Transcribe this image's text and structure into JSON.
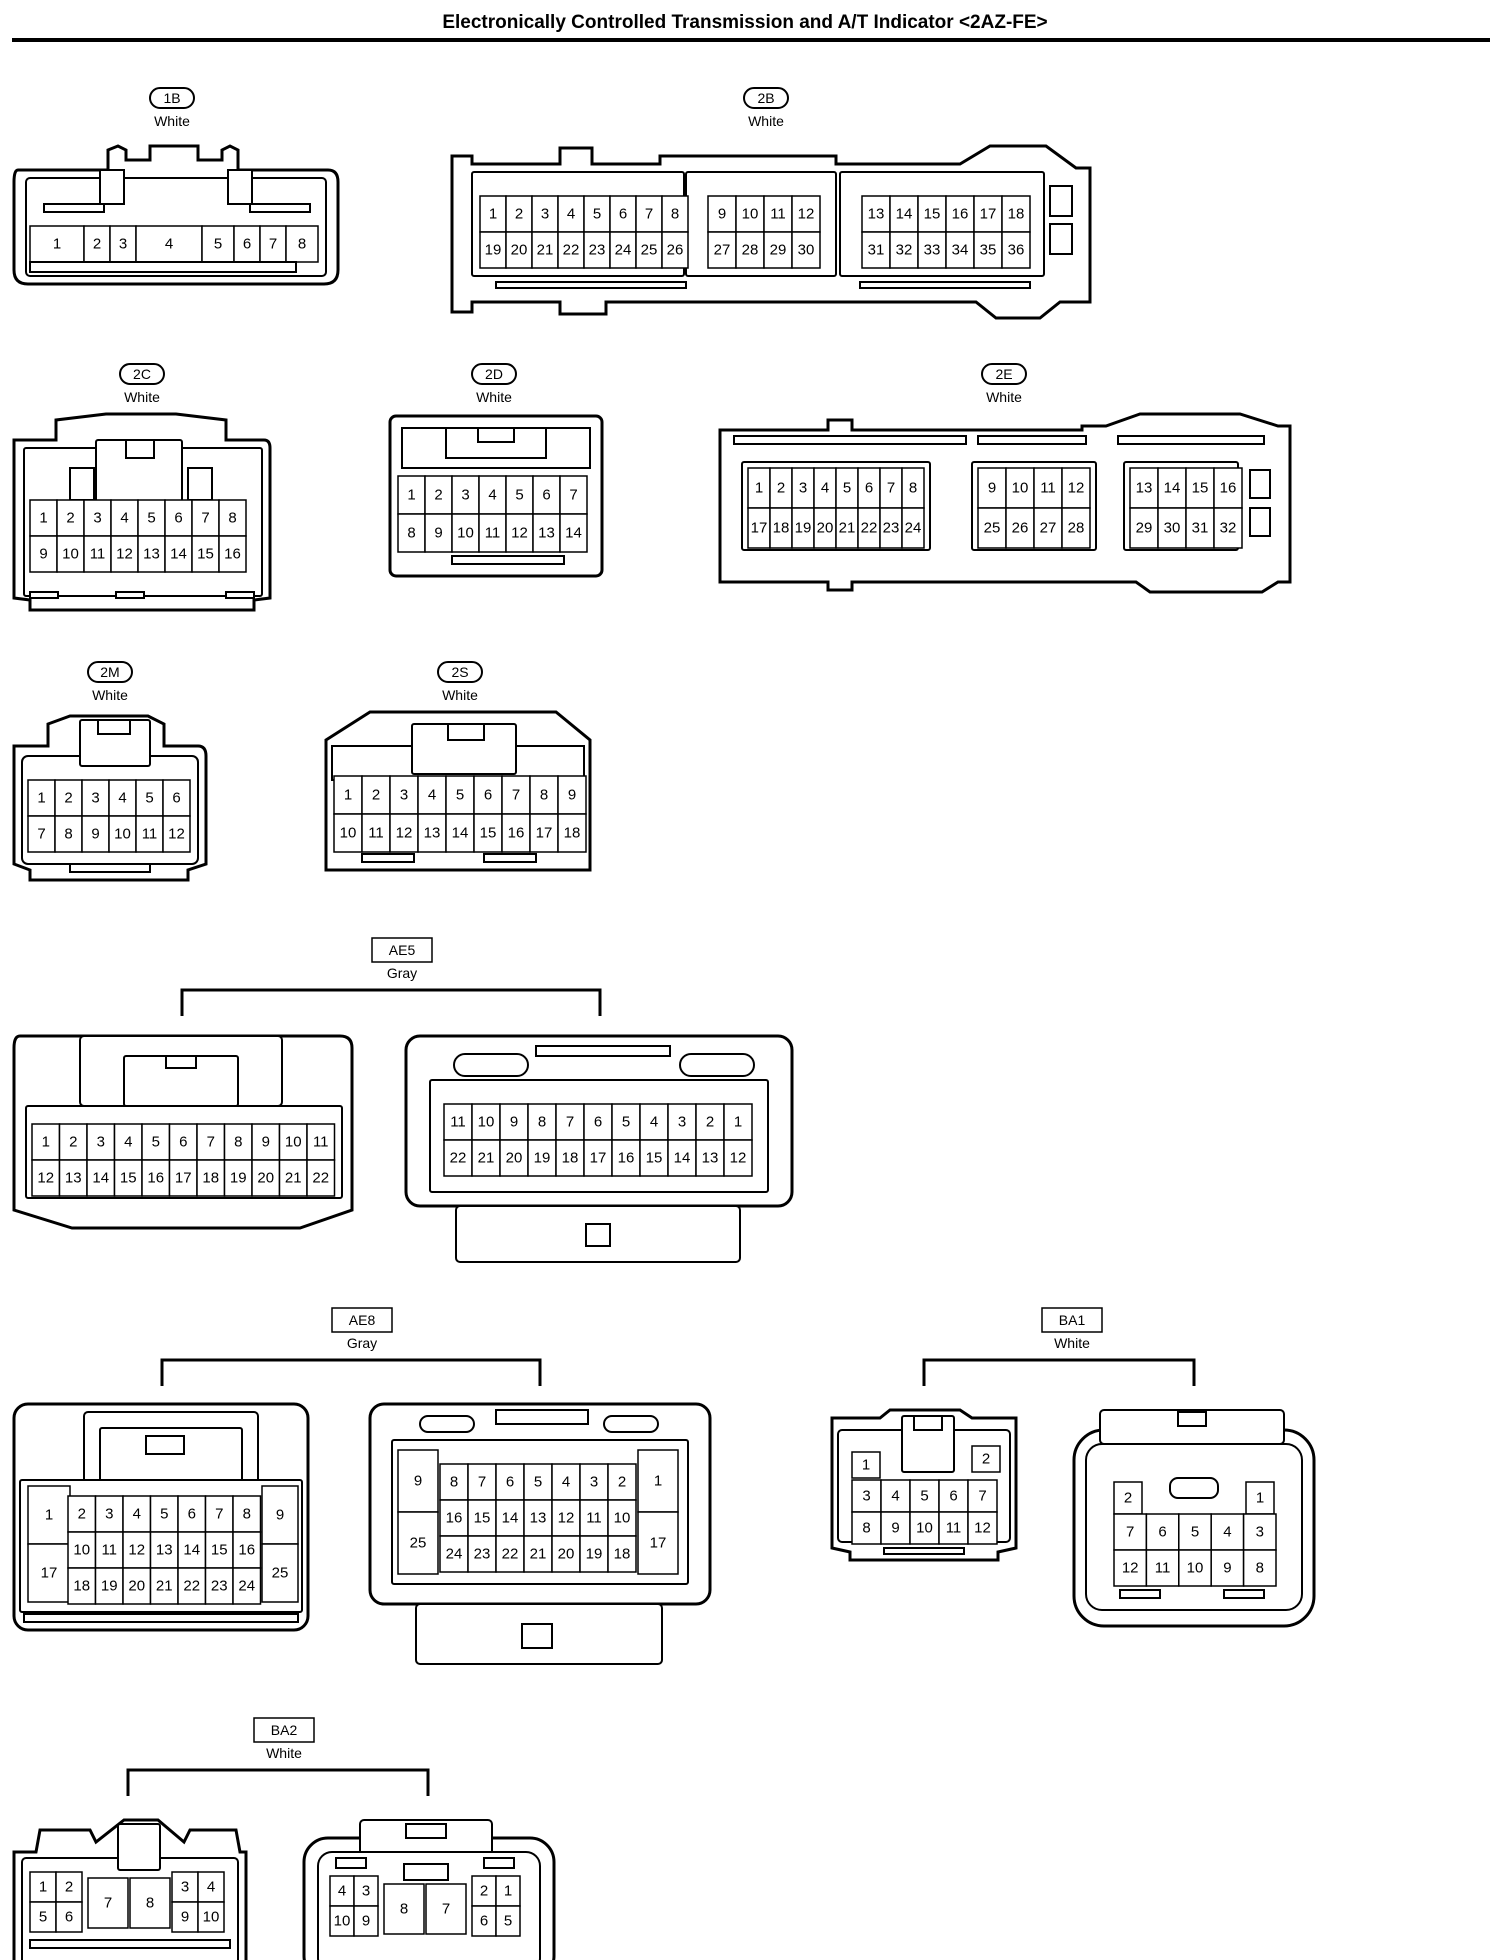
{
  "title": "Electronically Controlled Transmission and A/T Indicator <2AZ-FE>",
  "connectors": [
    {
      "code": "1B",
      "color": "White",
      "style": "oval",
      "rows": [
        [
          "1",
          "2",
          "3",
          "4",
          "5",
          "6",
          "7",
          "8"
        ]
      ]
    },
    {
      "code": "2B",
      "color": "White",
      "style": "oval",
      "blocks": [
        {
          "rows": [
            [
              "1",
              "2",
              "3",
              "4",
              "5",
              "6",
              "7",
              "8"
            ],
            [
              "19",
              "20",
              "21",
              "22",
              "23",
              "24",
              "25",
              "26"
            ]
          ]
        },
        {
          "rows": [
            [
              "9",
              "10",
              "11",
              "12"
            ],
            [
              "27",
              "28",
              "29",
              "30"
            ]
          ]
        },
        {
          "rows": [
            [
              "13",
              "14",
              "15",
              "16",
              "17",
              "18"
            ],
            [
              "31",
              "32",
              "33",
              "34",
              "35",
              "36"
            ]
          ]
        }
      ]
    },
    {
      "code": "2C",
      "color": "White",
      "style": "oval",
      "rows": [
        [
          "1",
          "2",
          "3",
          "4",
          "5",
          "6",
          "7",
          "8"
        ],
        [
          "9",
          "10",
          "11",
          "12",
          "13",
          "14",
          "15",
          "16"
        ]
      ]
    },
    {
      "code": "2D",
      "color": "White",
      "style": "oval",
      "rows": [
        [
          "1",
          "2",
          "3",
          "4",
          "5",
          "6",
          "7"
        ],
        [
          "8",
          "9",
          "10",
          "11",
          "12",
          "13",
          "14"
        ]
      ]
    },
    {
      "code": "2E",
      "color": "White",
      "style": "oval",
      "blocks": [
        {
          "rows": [
            [
              "1",
              "2",
              "3",
              "4",
              "5",
              "6",
              "7",
              "8"
            ],
            [
              "17",
              "18",
              "19",
              "20",
              "21",
              "22",
              "23",
              "24"
            ]
          ]
        },
        {
          "rows": [
            [
              "9",
              "10",
              "11",
              "12"
            ],
            [
              "25",
              "26",
              "27",
              "28"
            ]
          ]
        },
        {
          "rows": [
            [
              "13",
              "14",
              "15",
              "16"
            ],
            [
              "29",
              "30",
              "31",
              "32"
            ]
          ]
        }
      ]
    },
    {
      "code": "2M",
      "color": "White",
      "style": "oval",
      "rows": [
        [
          "1",
          "2",
          "3",
          "4",
          "5",
          "6"
        ],
        [
          "7",
          "8",
          "9",
          "10",
          "11",
          "12"
        ]
      ]
    },
    {
      "code": "2S",
      "color": "White",
      "style": "oval",
      "rows": [
        [
          "1",
          "2",
          "3",
          "4",
          "5",
          "6",
          "7",
          "8",
          "9"
        ],
        [
          "10",
          "11",
          "12",
          "13",
          "14",
          "15",
          "16",
          "17",
          "18"
        ]
      ]
    },
    {
      "code": "AE5",
      "color": "Gray",
      "style": "box",
      "pair": [
        {
          "rows": [
            [
              "1",
              "2",
              "3",
              "4",
              "5",
              "6",
              "7",
              "8",
              "9",
              "10",
              "11"
            ],
            [
              "12",
              "13",
              "14",
              "15",
              "16",
              "17",
              "18",
              "19",
              "20",
              "21",
              "22"
            ]
          ]
        },
        {
          "rows": [
            [
              "11",
              "10",
              "9",
              "8",
              "7",
              "6",
              "5",
              "4",
              "3",
              "2",
              "1"
            ],
            [
              "22",
              "21",
              "20",
              "19",
              "18",
              "17",
              "16",
              "15",
              "14",
              "13",
              "12"
            ]
          ]
        }
      ]
    },
    {
      "code": "AE8",
      "color": "Gray",
      "style": "box",
      "pair": [
        {
          "left": [
            "1",
            "17"
          ],
          "right": [
            "9",
            "25"
          ],
          "rows": [
            [
              "2",
              "3",
              "4",
              "5",
              "6",
              "7",
              "8"
            ],
            [
              "10",
              "11",
              "12",
              "13",
              "14",
              "15",
              "16"
            ],
            [
              "18",
              "19",
              "20",
              "21",
              "22",
              "23",
              "24"
            ]
          ]
        },
        {
          "left": [
            "9",
            "25"
          ],
          "right": [
            "1",
            "17"
          ],
          "rows": [
            [
              "8",
              "7",
              "6",
              "5",
              "4",
              "3",
              "2"
            ],
            [
              "16",
              "15",
              "14",
              "13",
              "12",
              "11",
              "10"
            ],
            [
              "24",
              "23",
              "22",
              "21",
              "20",
              "19",
              "18"
            ]
          ]
        }
      ]
    },
    {
      "code": "BA1",
      "color": "White",
      "style": "box",
      "pair": [
        {
          "top": [
            "1",
            "2"
          ],
          "rows": [
            [
              "3",
              "4",
              "5",
              "6",
              "7"
            ],
            [
              "8",
              "9",
              "10",
              "11",
              "12"
            ]
          ]
        },
        {
          "top": [
            "2",
            "1"
          ],
          "rows": [
            [
              "7",
              "6",
              "5",
              "4",
              "3"
            ],
            [
              "12",
              "11",
              "10",
              "9",
              "8"
            ]
          ]
        }
      ]
    },
    {
      "code": "BA2",
      "color": "White",
      "style": "box",
      "pair": [
        {
          "rows": [
            [
              "1",
              "2",
              "7",
              "8",
              "3",
              "4"
            ],
            [
              "5",
              "6",
              "",
              "",
              "9",
              "10"
            ]
          ]
        },
        {
          "rows": [
            [
              "4",
              "3",
              "8",
              "7",
              "2",
              "1"
            ],
            [
              "10",
              "9",
              "",
              "",
              "6",
              "5"
            ]
          ]
        }
      ]
    }
  ]
}
